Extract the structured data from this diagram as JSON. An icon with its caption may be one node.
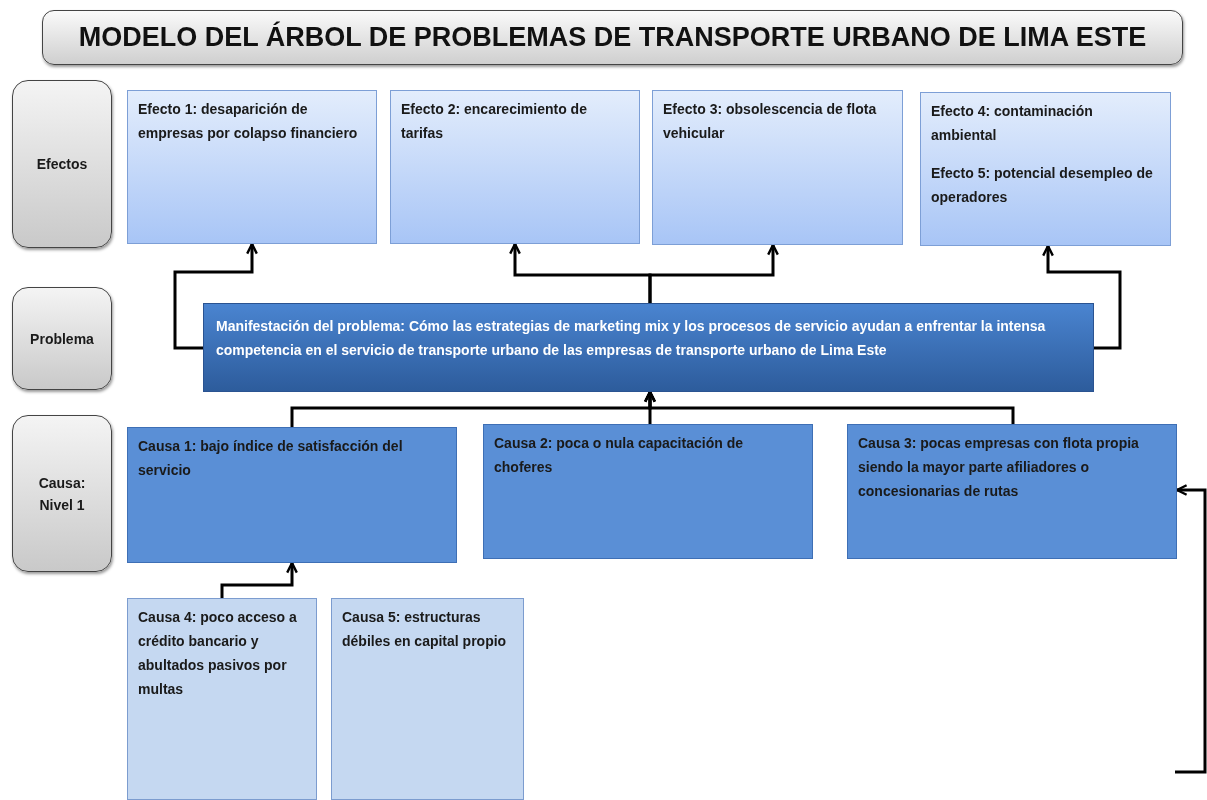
{
  "diagram": {
    "title": "MODELO DEL ÁRBOL DE PROBLEMAS DE TRANSPORTE URBANO DE LIMA ESTE",
    "nodes": [
      {
        "text": [
          "Efectos"
        ]
      },
      {
        "text": [
          "Problema"
        ]
      },
      {
        "text": [
          "Causa: Nivel 1"
        ]
      },
      {
        "text": [
          "Efecto 1: desaparición de empresas por colapso financiero"
        ]
      },
      {
        "text": [
          "Efecto 2: encarecimiento de tarifas"
        ]
      },
      {
        "text": [
          "Efecto 3: obsolescencia de flota vehicular"
        ]
      },
      {
        "text": [
          "Efecto 4: contaminación ambiental",
          "Efecto 5: potencial desempleo de operadores"
        ]
      },
      {
        "text": [
          "Manifestación del problema: Cómo las estrategias de marketing mix y los procesos de servicio ayudan a enfrentar la intensa competencia en el servicio de transporte urbano de las empresas de transporte urbano de Lima Este"
        ]
      },
      {
        "text": [
          "Causa 1: bajo índice  de satisfacción del servicio"
        ]
      },
      {
        "text": [
          "Causa 2: poca o nula capacitación de choferes"
        ]
      },
      {
        "text": [
          "Causa 3: pocas empresas con flota propia siendo la mayor parte afiliadores o concesionarias de rutas"
        ]
      },
      {
        "text": [
          "Causa 4: poco acceso a crédito bancario y abultados pasivos por multas"
        ]
      },
      {
        "text": [
          "Causa 5: estructuras débiles en capital propio"
        ]
      }
    ],
    "edges": [
      {
        "from": 7,
        "to": 3,
        "arrow": "to"
      },
      {
        "from": 7,
        "to": 4,
        "arrow": "to"
      },
      {
        "from": 7,
        "to": 5,
        "arrow": "to"
      },
      {
        "from": 7,
        "to": 6,
        "arrow": "to"
      },
      {
        "from": 8,
        "to": 7,
        "arrow": "to"
      },
      {
        "from": 9,
        "to": 7,
        "arrow": "to"
      },
      {
        "from": 10,
        "to": 7,
        "arrow": "to"
      },
      {
        "from": 11,
        "to": 8,
        "arrow": "to"
      },
      {
        "from": null,
        "to": 10,
        "arrow": "to"
      }
    ]
  }
}
